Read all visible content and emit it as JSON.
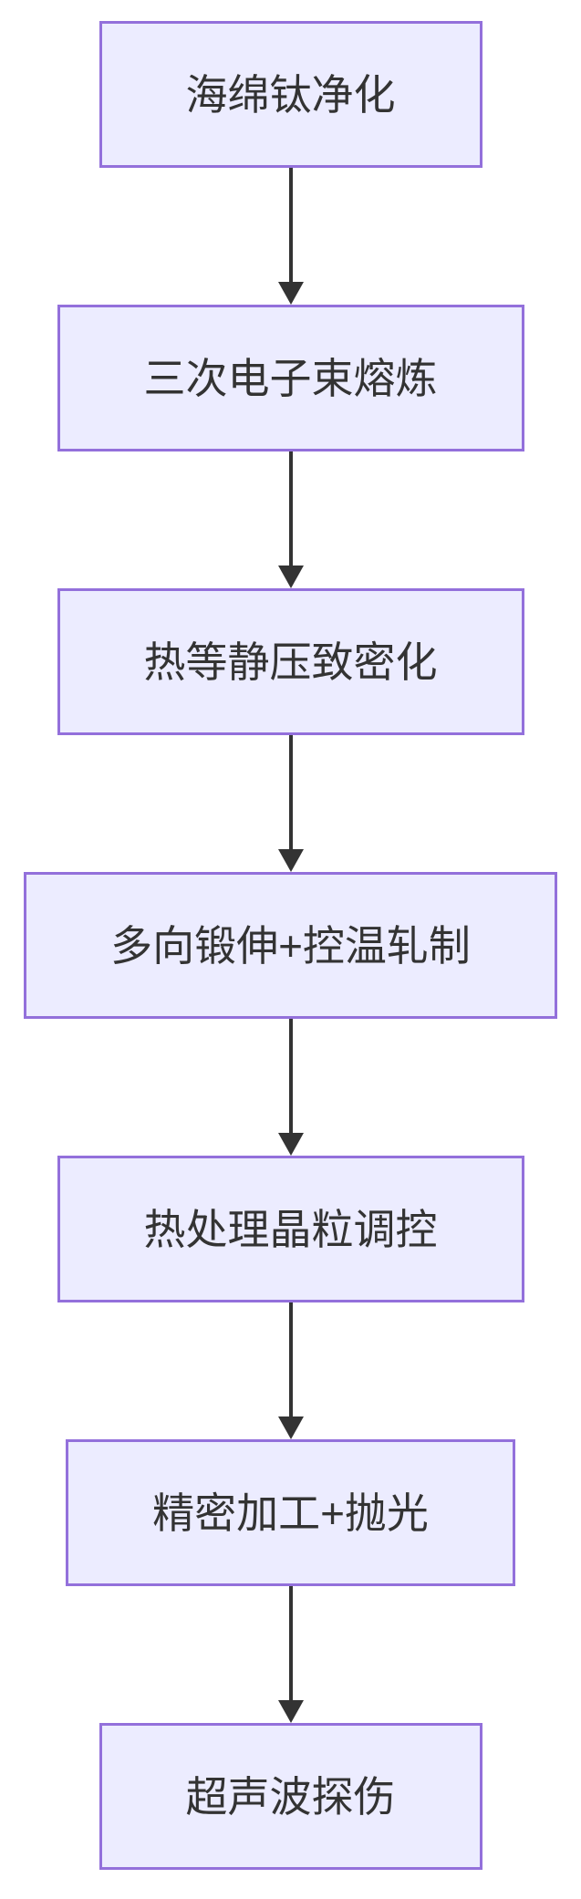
{
  "diagram": {
    "type": "flowchart",
    "direction": "top-down",
    "colors": {
      "background": "#ffffff",
      "node_fill": "#ECECFF",
      "node_border": "#9370DB",
      "node_text": "#333333",
      "arrow": "#333333"
    },
    "nodes": [
      {
        "id": "step-1",
        "label": "海绵钛净化"
      },
      {
        "id": "step-2",
        "label": "三次电子束熔炼"
      },
      {
        "id": "step-3",
        "label": "热等静压致密化"
      },
      {
        "id": "step-4",
        "label": "多向锻伸+控温轧制"
      },
      {
        "id": "step-5",
        "label": "热处理晶粒调控"
      },
      {
        "id": "step-6",
        "label": "精密加工+抛光"
      },
      {
        "id": "step-7",
        "label": "超声波探伤"
      }
    ],
    "edges": [
      {
        "from": "step-1",
        "to": "step-2",
        "style": "arrow-down"
      },
      {
        "from": "step-2",
        "to": "step-3",
        "style": "arrow-down"
      },
      {
        "from": "step-3",
        "to": "step-4",
        "style": "arrow-down"
      },
      {
        "from": "step-4",
        "to": "step-5",
        "style": "arrow-down"
      },
      {
        "from": "step-5",
        "to": "step-6",
        "style": "arrow-down"
      },
      {
        "from": "step-6",
        "to": "step-7",
        "style": "arrow-down"
      }
    ]
  }
}
